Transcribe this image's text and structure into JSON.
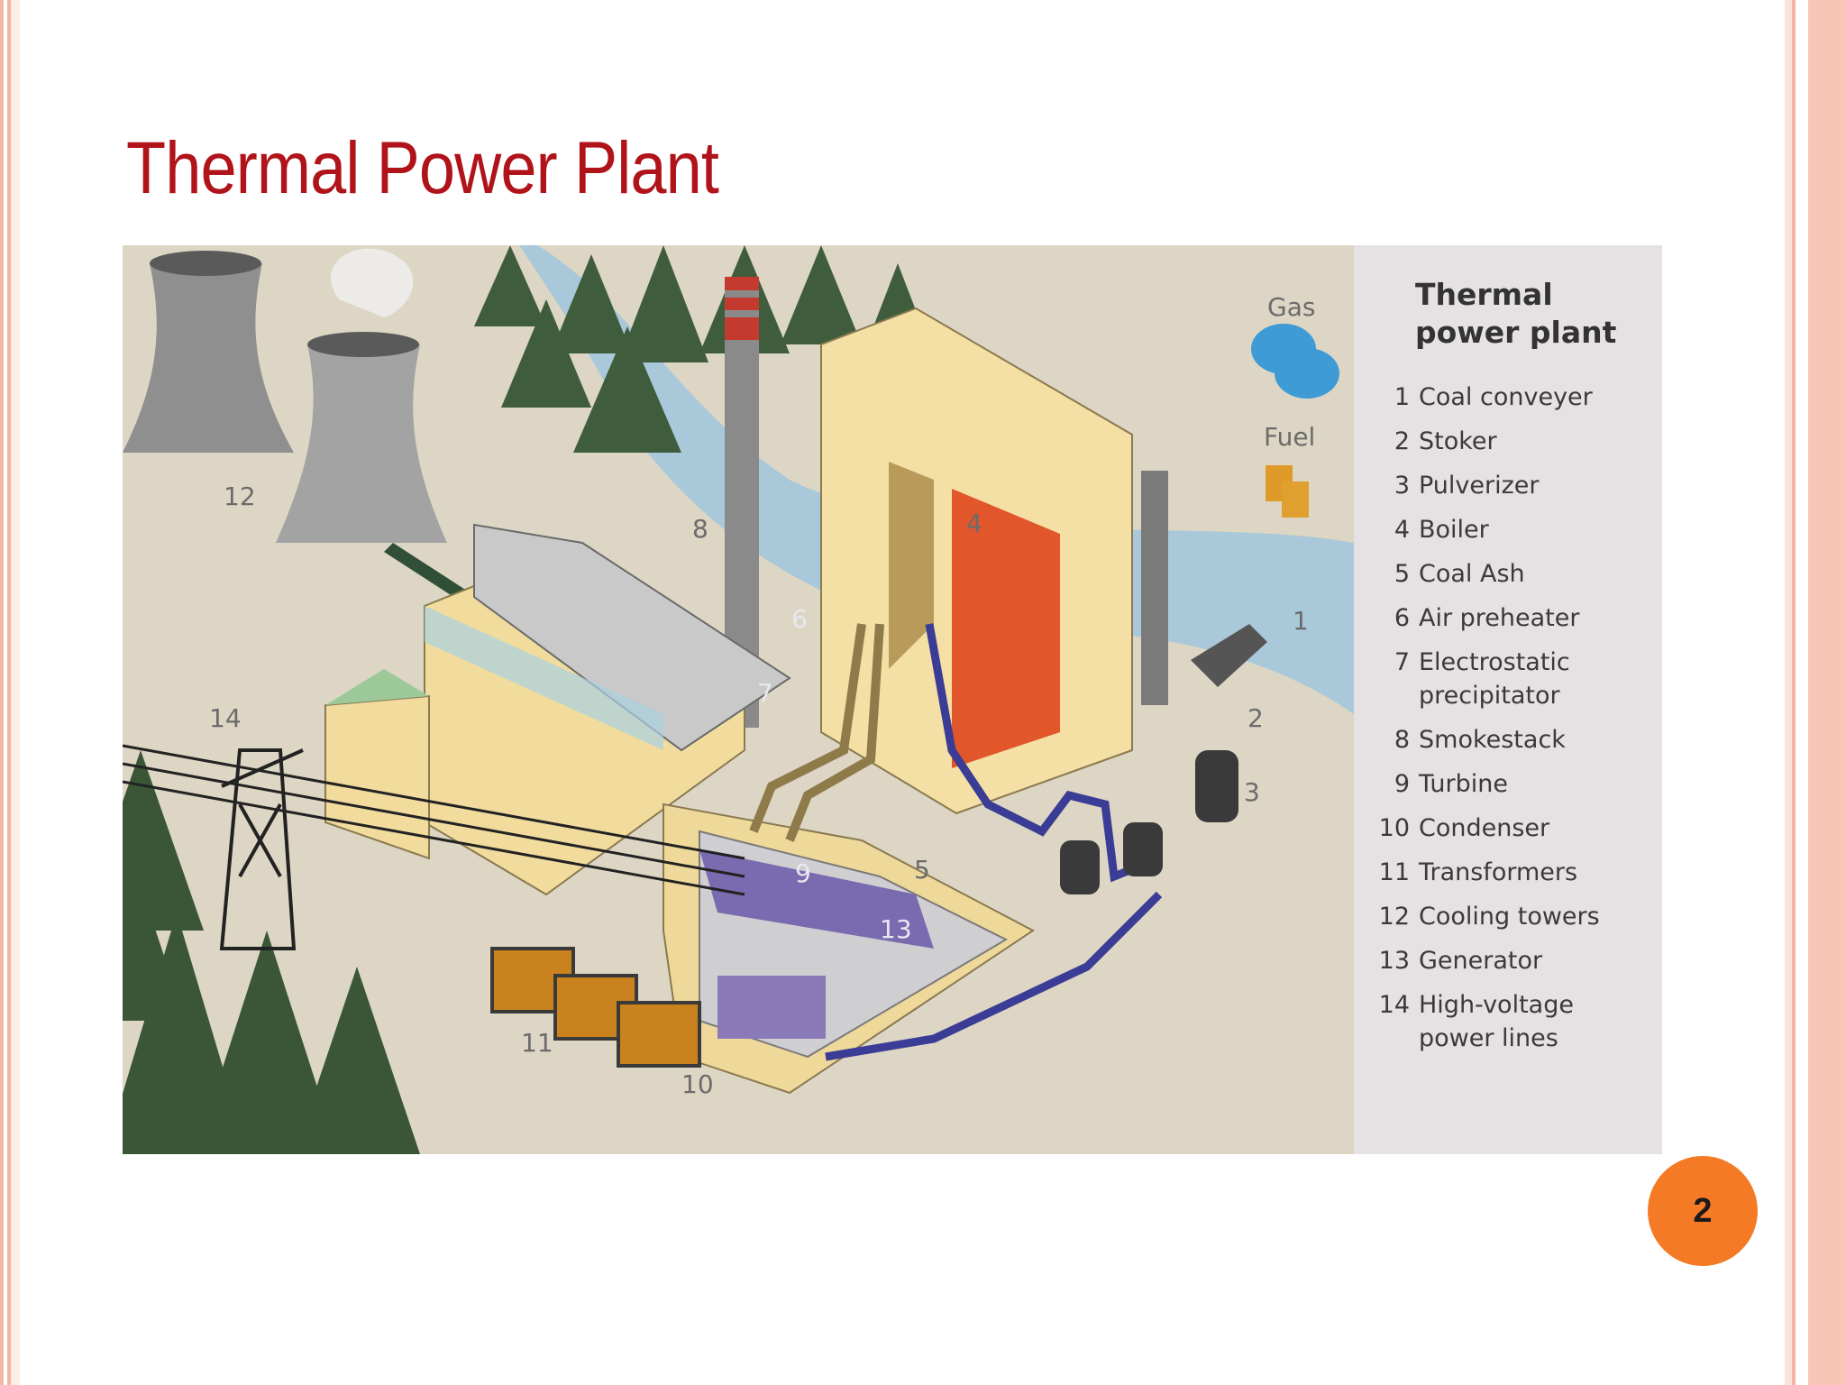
{
  "slide": {
    "title": "Thermal Power Plant",
    "page_number": "2"
  },
  "diagram": {
    "legend_title": "Thermal\npower plant",
    "side_labels": {
      "gas": "Gas",
      "fuel": "Fuel"
    },
    "components": [
      {
        "num": "1",
        "label": "Coal conveyer"
      },
      {
        "num": "2",
        "label": "Stoker"
      },
      {
        "num": "3",
        "label": "Pulverizer"
      },
      {
        "num": "4",
        "label": "Boiler"
      },
      {
        "num": "5",
        "label": "Coal Ash"
      },
      {
        "num": "6",
        "label": "Air preheater"
      },
      {
        "num": "7",
        "label": "Electrostatic\nprecipitator"
      },
      {
        "num": "8",
        "label": "Smokestack"
      },
      {
        "num": "9",
        "label": "Turbine"
      },
      {
        "num": "10",
        "label": "Condenser"
      },
      {
        "num": "11",
        "label": "Transformers"
      },
      {
        "num": "12",
        "label": "Cooling towers"
      },
      {
        "num": "13",
        "label": "Generator"
      },
      {
        "num": "14",
        "label": "High-voltage\npower lines"
      }
    ]
  },
  "colors": {
    "title": "#b0131a",
    "badge": "#f47a26",
    "frame": "#f4b6a2",
    "building": "#f3dfa2",
    "boiler_fire": "#e0502a",
    "pipes": "#2f3a8a",
    "turbine": "#7a6ab0",
    "trees": "#3d5a3a",
    "water": "#9fc3d8"
  }
}
